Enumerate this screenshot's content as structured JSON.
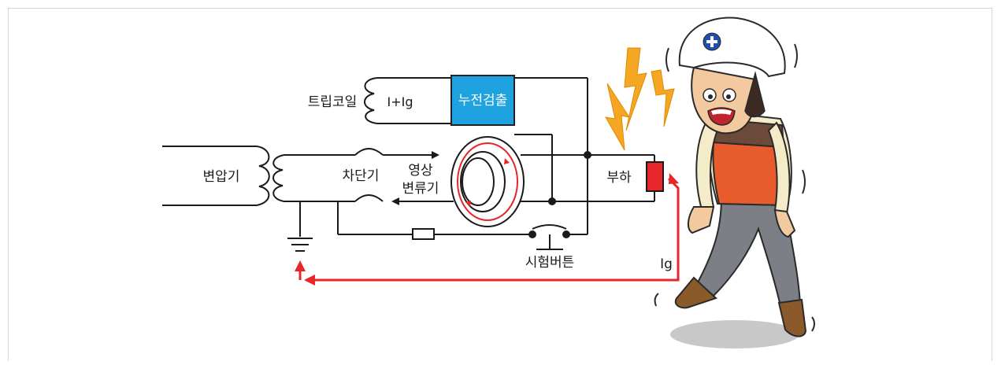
{
  "diagram": {
    "labels": {
      "trip_coil": "트립코일",
      "trip_current": "I+Ig",
      "leak_detect": "누전검출",
      "transformer": "변압기",
      "breaker": "차단기",
      "zct_line1": "영상",
      "zct_line2": "변류기",
      "load": "부하",
      "test_button": "시험버튼",
      "leak_current": "Ig"
    },
    "colors": {
      "wire": "#1a1a1a",
      "leak_path": "#e8262a",
      "detector_fill": "#1fa2e0",
      "detector_border": "#222222",
      "load_fill": "#e8262a",
      "bolt": "#f5a623",
      "helmet": "#ffffff",
      "vest": "#e85b2c",
      "pants": "#7c7f86"
    },
    "illustration": {
      "subject": "worker receiving electric shock",
      "icons": [
        "lightning-bolt-icon",
        "helmet-cross-icon"
      ]
    }
  }
}
